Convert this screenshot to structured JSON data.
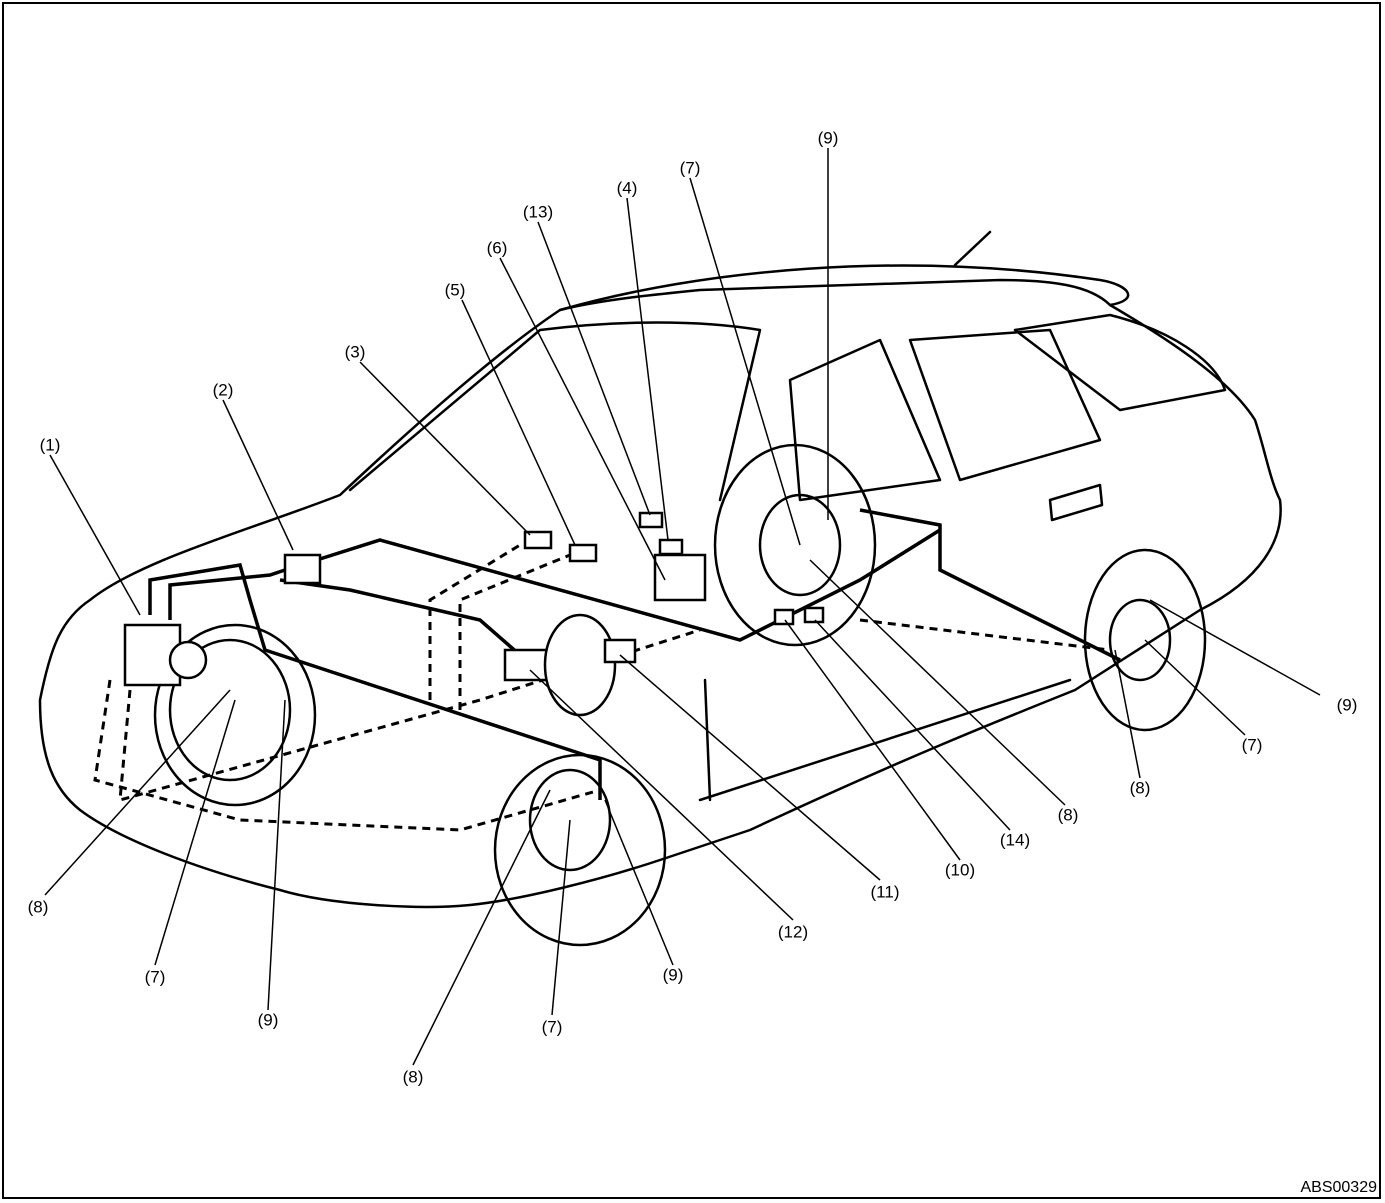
{
  "figure_id": "ABS00329",
  "callouts": {
    "c1": "(1)",
    "c2": "(2)",
    "c3": "(3)",
    "c4": "(4)",
    "c5": "(5)",
    "c6": "(6)",
    "c7_top": "(7)",
    "c9_top": "(9)",
    "c13": "(13)",
    "c9_rear": "(9)",
    "c7_rear": "(7)",
    "c8_rear": "(8)",
    "c8_mid": "(8)",
    "c14": "(14)",
    "c10": "(10)",
    "c11": "(11)",
    "c12": "(12)",
    "c9_front_mid": "(9)",
    "c7_front_mid": "(7)",
    "c8_front_mid": "(8)",
    "c8_left": "(8)",
    "c7_left": "(7)",
    "c9_left": "(9)"
  }
}
